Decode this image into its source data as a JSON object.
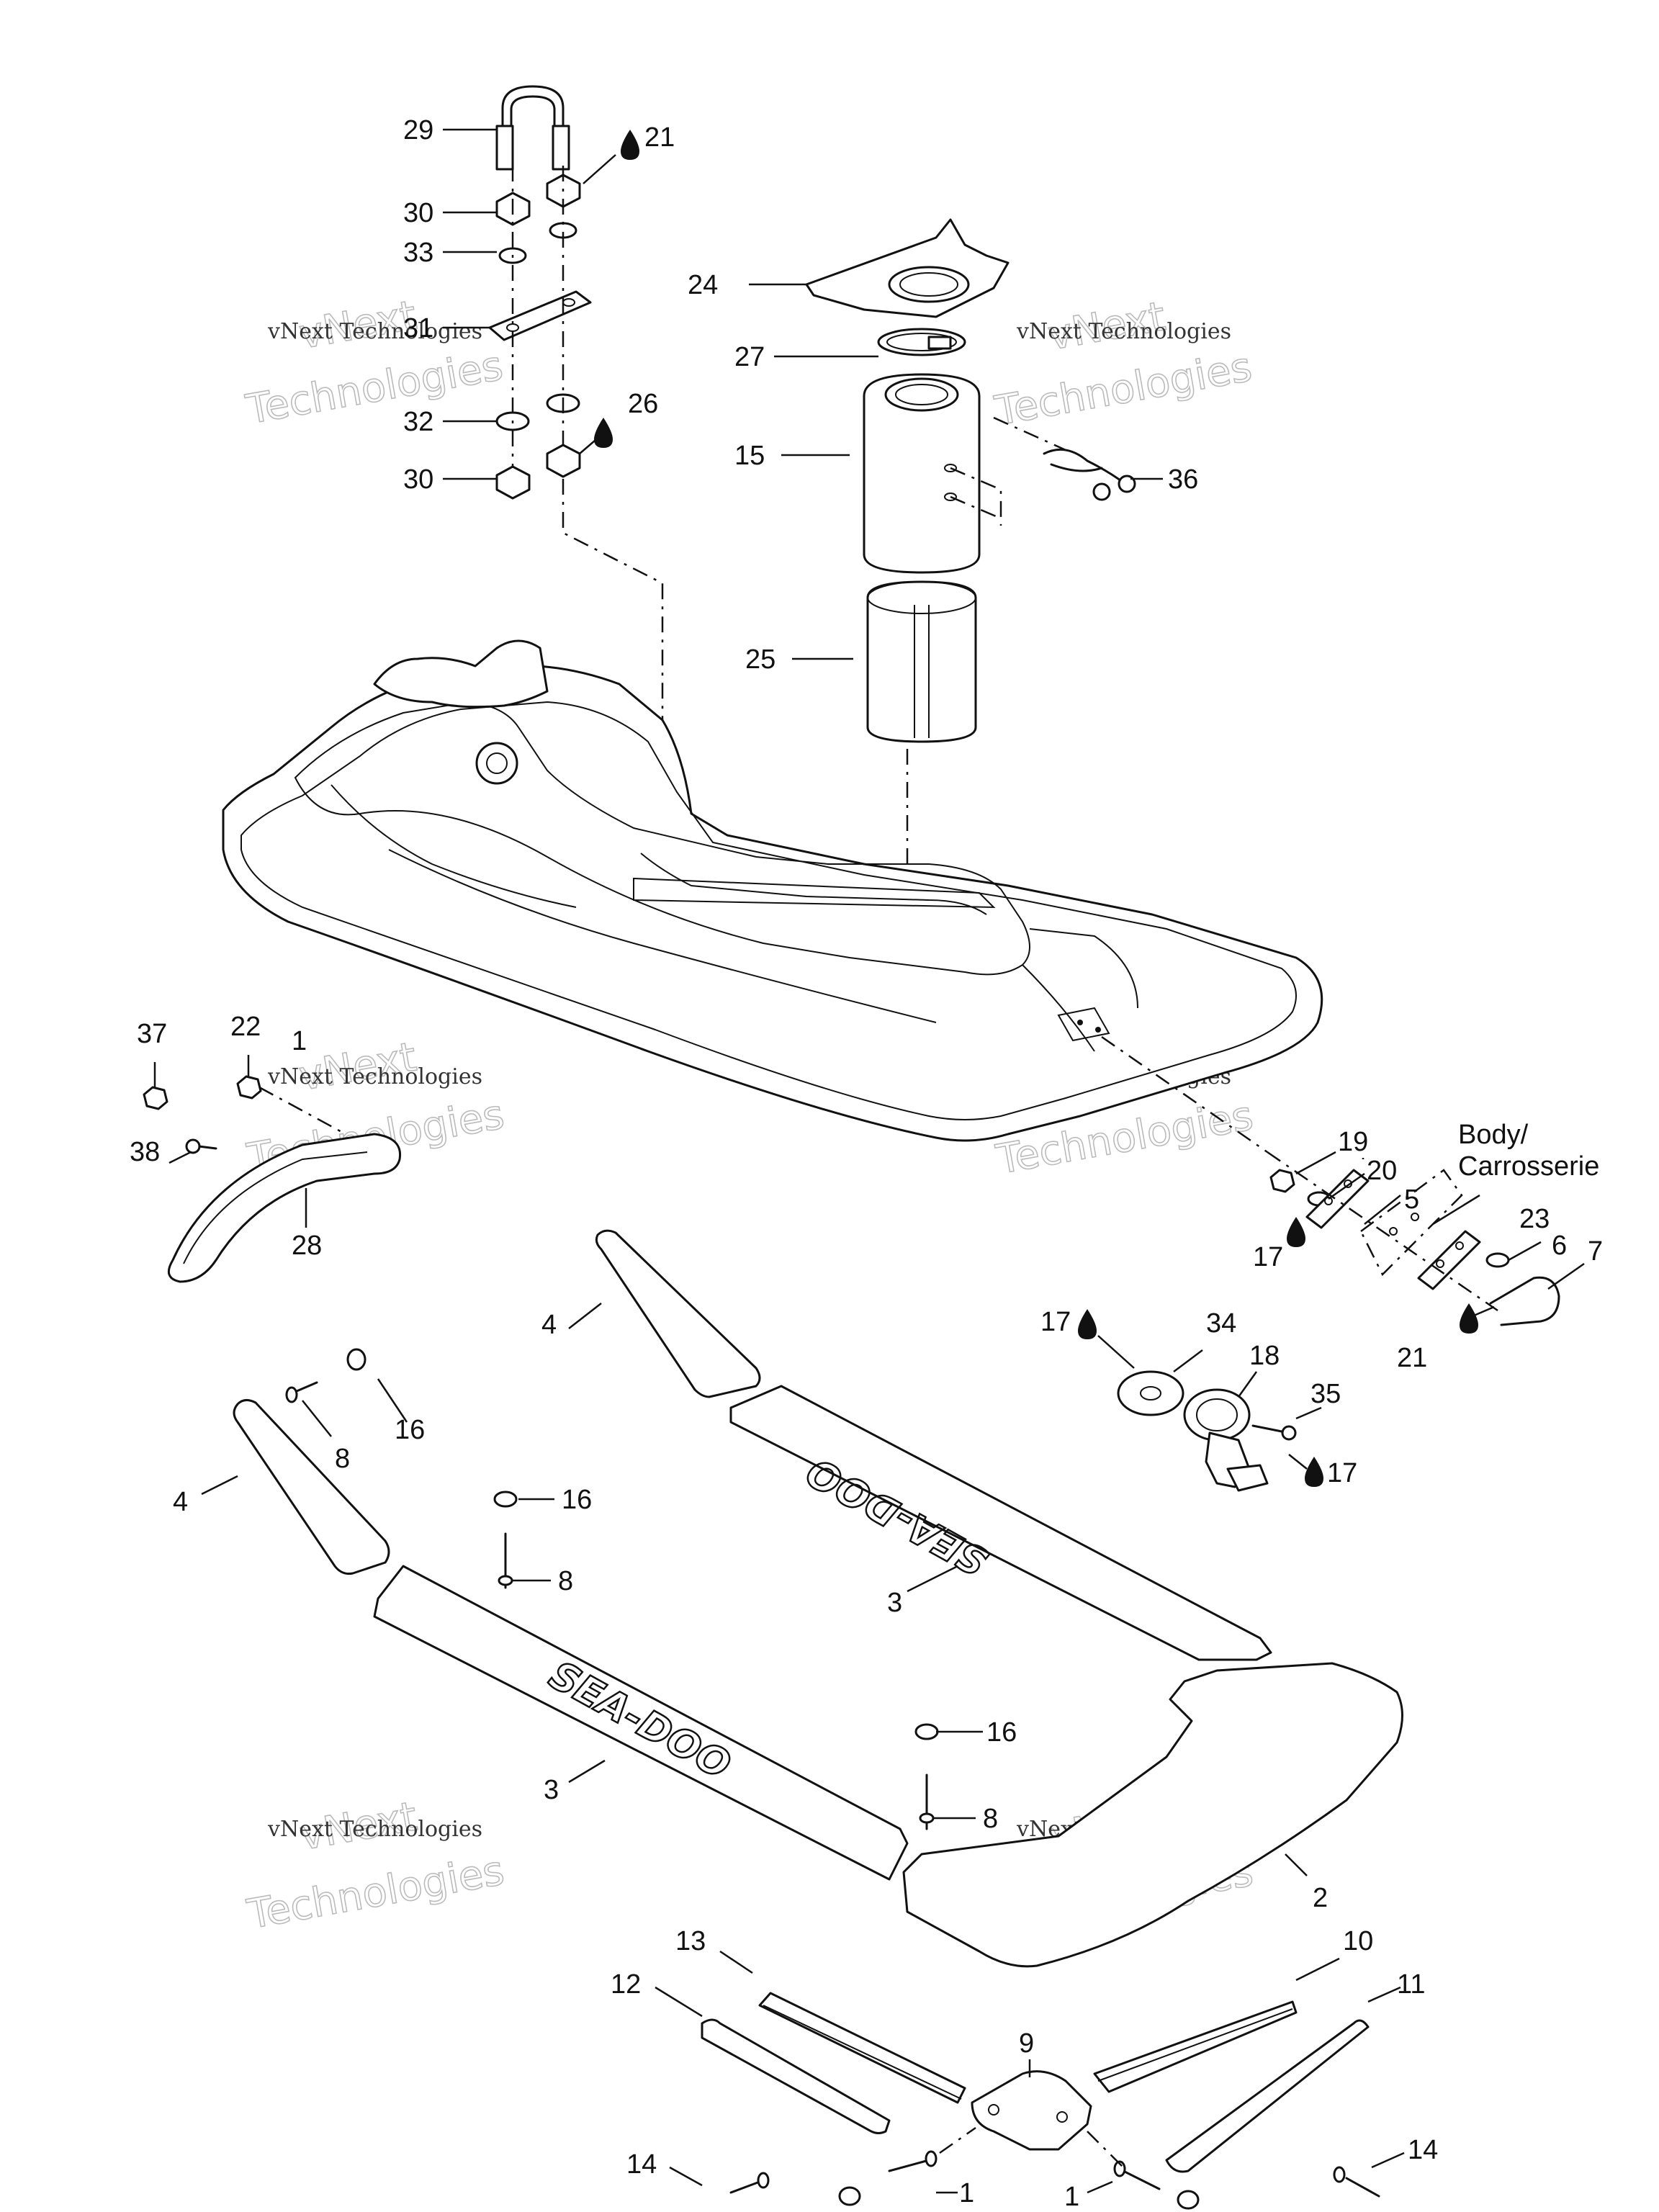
{
  "watermark": {
    "line1": "vNext Technologies",
    "line2": "vNext",
    "line3": "Technologies"
  },
  "callouts": {
    "c29": "29",
    "c21a": "21",
    "c30a": "30",
    "c33": "33",
    "c31": "31",
    "c32": "32",
    "c26": "26",
    "c30b": "30",
    "c24": "24",
    "c27": "27",
    "c15": "15",
    "c36": "36",
    "c25": "25",
    "c37": "37",
    "c22": "22",
    "c1a": "1",
    "c38": "38",
    "c28": "28",
    "c19": "19",
    "c20": "20",
    "c5": "5",
    "c17a": "17",
    "c23": "23",
    "c6": "6",
    "c7": "7",
    "c21b": "21",
    "c17b": "17",
    "c34": "34",
    "c18": "18",
    "c35": "35",
    "c17c": "17",
    "c4a": "4",
    "c16a": "16",
    "c8a": "8",
    "c4b": "4",
    "c16b": "16",
    "c8b": "8",
    "c3a": "3",
    "c16c": "16",
    "c8c": "8",
    "c3b": "3",
    "c2": "2",
    "c13": "13",
    "c10": "10",
    "c12": "12",
    "c11": "11",
    "c9": "9",
    "c14a": "14",
    "c14b": "14",
    "c1b": "1",
    "c1c": "1"
  },
  "body_label": {
    "line1": "Body/",
    "line2": "Carrosserie"
  },
  "logos": {
    "mat_upper": "SEA-DOO",
    "mat_lower": "SEA-DOO"
  }
}
